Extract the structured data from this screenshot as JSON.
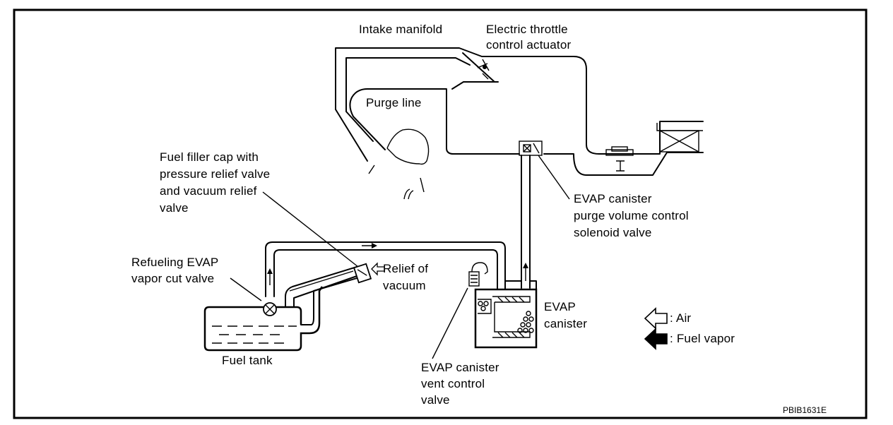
{
  "labels": {
    "intake_manifold": "Intake manifold",
    "throttle_line1": "Electric throttle",
    "throttle_line2": "control actuator",
    "purge_line": "Purge line",
    "filler_line1": "Fuel filler cap with",
    "filler_line2": "pressure relief valve",
    "filler_line3": "and vacuum relief",
    "filler_line4": "valve",
    "solenoid_line1": "EVAP canister",
    "solenoid_line2": "purge volume control",
    "solenoid_line3": "solenoid valve",
    "refuel_line1": "Refueling EVAP",
    "refuel_line2": "vapor cut valve",
    "relief_line1": "Relief of",
    "relief_line2": "vacuum",
    "canister_line1": "EVAP",
    "canister_line2": "canister",
    "fuel_tank": "Fuel tank",
    "vent_line1": "EVAP canister",
    "vent_line2": "vent control",
    "vent_line3": "valve",
    "figure_id": "PBIB1631E"
  },
  "legend": {
    "air": ": Air",
    "fuel_vapor": ": Fuel vapor"
  },
  "icons": {
    "air": "hollow-arrow-left-icon",
    "fuel_vapor": "solid-arrow-left-icon"
  },
  "colors": {
    "ink": "#000000",
    "paper": "#ffffff"
  }
}
